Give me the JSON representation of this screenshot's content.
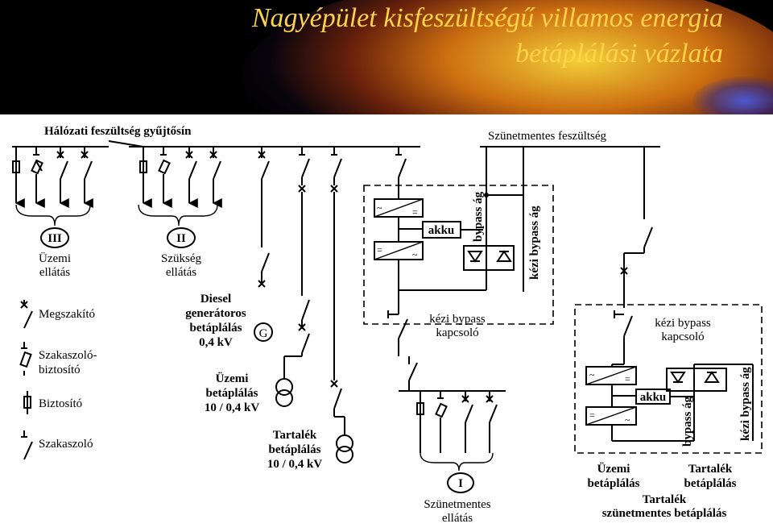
{
  "header": {
    "title_line1": "Nagyépület kisfeszültségű villamos energia",
    "title_line2": "betáplálási vázlata"
  },
  "diagram": {
    "top_left_label": "Hálózati feszültség gyűjtősín",
    "top_right_label": "Szünetmentes feszültség",
    "group_III": {
      "roman": "III",
      "line1": "Üzemi",
      "line2": "ellátás"
    },
    "group_II": {
      "roman": "II",
      "line1": "Szükség",
      "line2": "ellátás"
    },
    "group_I": {
      "roman": "I",
      "line1": "Szünetmentes",
      "line2": "ellátás"
    },
    "legend": {
      "breaker": "Megszakító",
      "fuse_switch_line1": "Szakaszoló-",
      "fuse_switch_line2": "biztosító",
      "fuse": "Biztosító",
      "disconnector": "Szakaszoló"
    },
    "diesel": {
      "line1": "Diesel",
      "line2": "generátoros",
      "line3": "betáplálás",
      "line4": "0,4 kV",
      "gen_symbol": "G"
    },
    "main_feed": {
      "line1": "Üzemi",
      "line2": "betáplálás",
      "line3": "10 / 0,4 kV"
    },
    "reserve_feed": {
      "line1": "Tartalék",
      "line2": "betáplálás",
      "line3": "10 / 0,4 kV"
    },
    "ups1": {
      "battery": "akku",
      "bypass": "bypass ág",
      "manual_bypass_vertical": "kézi bypass ág",
      "manual_switch_line1": "kézi bypass",
      "manual_switch_line2": "kapcsoló",
      "ac_symbol": "~",
      "dc_symbol": "="
    },
    "ups2": {
      "battery": "akku",
      "bypass": "bypass ág",
      "manual_bypass_vertical": "kézi bypass ág",
      "manual_switch_line1": "kézi bypass",
      "manual_switch_line2": "kapcsoló",
      "ac_symbol": "~",
      "dc_symbol": "="
    },
    "bottom_right": {
      "main_line1": "Üzemi",
      "main_line2": "betáplálás",
      "reserve_line1": "Tartalék",
      "reserve_line2": "betáplálás",
      "ups_reserve_line1": "Tartalék",
      "ups_reserve_line2": "szünetmentes betáplálás"
    }
  }
}
